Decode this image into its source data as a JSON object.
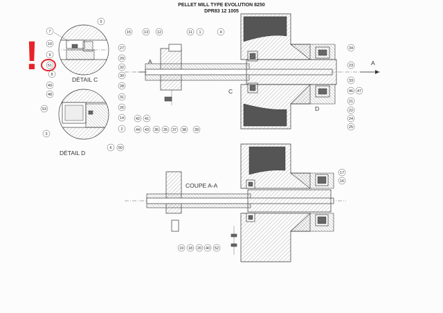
{
  "title_line1": "PELLET MILL TYPE EVOLUTION 8250",
  "title_line2": "DPR83 12 1005",
  "detail_c_label": "DÉTAIL C",
  "detail_d_label": "DÉTAIL D",
  "section_label": "COUPE A-A",
  "section_marks": {
    "a_left": "A",
    "a_right": "A",
    "c": "C",
    "d": "D"
  },
  "annotation_mark": "!",
  "highlighted_part": "51",
  "parts": {
    "p1": "1",
    "p2": "2",
    "p3": "3",
    "p4": "4",
    "p5": "5",
    "p6": "6",
    "p7": "7",
    "p8": "8",
    "p9": "9",
    "p10": "10",
    "p11": "11",
    "p12": "12",
    "p13": "13",
    "p14": "14",
    "p15": "15",
    "p16": "16",
    "p17": "17",
    "p18": "18",
    "p19": "19",
    "p20": "20",
    "p21": "21",
    "p22": "22",
    "p23": "23",
    "p24": "24",
    "p25": "25",
    "p26": "26",
    "p27": "27",
    "p28": "28",
    "p29": "29",
    "p30": "30",
    "p31": "31",
    "p32": "32",
    "p33": "33",
    "p34": "34",
    "p35": "35",
    "p36": "36",
    "p37": "37",
    "p38": "38",
    "p39": "39",
    "p40": "40",
    "p41": "41",
    "p42": "42",
    "p43": "43",
    "p44": "44",
    "p46": "46",
    "p47": "47",
    "p48": "48",
    "p49": "49",
    "p50": "50",
    "p51": "51",
    "p52": "52",
    "p53": "53"
  },
  "colors": {
    "annotation": "#e8222a",
    "ink": "#333333"
  }
}
